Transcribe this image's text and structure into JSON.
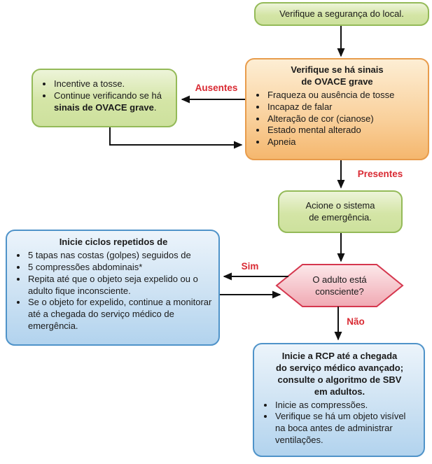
{
  "nodes": {
    "check_scene": {
      "text": "Verifique a segurança do local."
    },
    "check_signs": {
      "title_lines": [
        "Verifique se há sinais",
        "de OVACE grave"
      ],
      "bullets": [
        "Fraqueza ou ausência de tosse",
        "Incapaz de falar",
        "Alteração de cor (cianose)",
        "Estado mental alterado",
        "Apneia"
      ]
    },
    "encourage_cough": {
      "bullet1": "Incentive a tosse.",
      "bullet2_normal": "Continue verificando se há ",
      "bullet2_bold": "sinais de OVACE grave",
      "bullet2_end": "."
    },
    "activate_ems": {
      "lines": [
        "Acione o sistema",
        "de emergência."
      ]
    },
    "decision_conscious": {
      "lines": [
        "O adulto está",
        "consciente?"
      ]
    },
    "repeat_cycles": {
      "title": "Inicie ciclos repetidos de",
      "bullets": [
        "5 tapas nas costas (golpes) seguidos de",
        "5 compressões abdominais*",
        "Repita até que o objeto seja expelido ou o adulto fique inconsciente.",
        "Se o objeto for expelido, continue a monitorar até a chegada do serviço médico de emergência."
      ]
    },
    "start_cpr": {
      "title_lines": [
        "Inicie a RCP até a chegada",
        "do serviço médico avançado;",
        "consulte o algoritmo de SBV",
        "em adultos."
      ],
      "bullets": [
        "Inicie as compressões.",
        "Verifique se há um objeto visível na boca antes de administrar ventilações."
      ]
    }
  },
  "labels": {
    "ausentes": "Ausentes",
    "presentes": "Presentes",
    "sim": "Sim",
    "nao": "Não"
  },
  "colors": {
    "green_border": "#94ba58",
    "green_fill": "#d4e5a6",
    "orange_border": "#e89c4c",
    "orange_fill": "#f5b76e",
    "blue_border": "#4f93c9",
    "blue_fill": "#b2d3ee",
    "pink_border": "#d5374e",
    "pink_fill": "#f0a9b3",
    "label_red": "#d92a33",
    "arrow_black": "#111111"
  }
}
